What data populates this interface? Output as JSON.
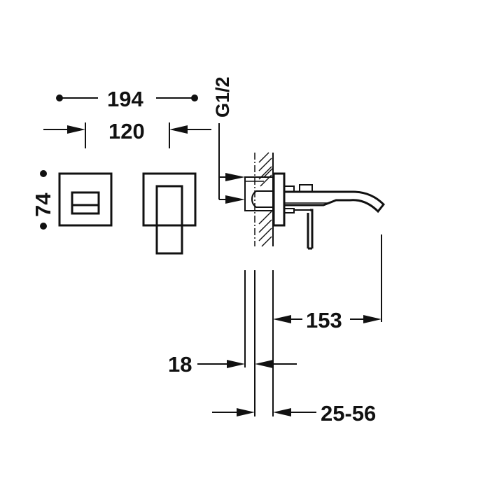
{
  "drawing": {
    "title": "Wall-mounted basin mixer dimension drawing",
    "colors": {
      "line": "#111111",
      "background": "#ffffff"
    },
    "dimensions": {
      "overall_width": "194",
      "plate_width": "120",
      "plate_height": "74",
      "connection_thread": "G1/2",
      "spout_projection": "153",
      "body_depth": "18",
      "wall_range": "25-56"
    },
    "views": [
      {
        "name": "front-view-plate"
      },
      {
        "name": "front-view-handle"
      },
      {
        "name": "side-view-section"
      }
    ]
  }
}
